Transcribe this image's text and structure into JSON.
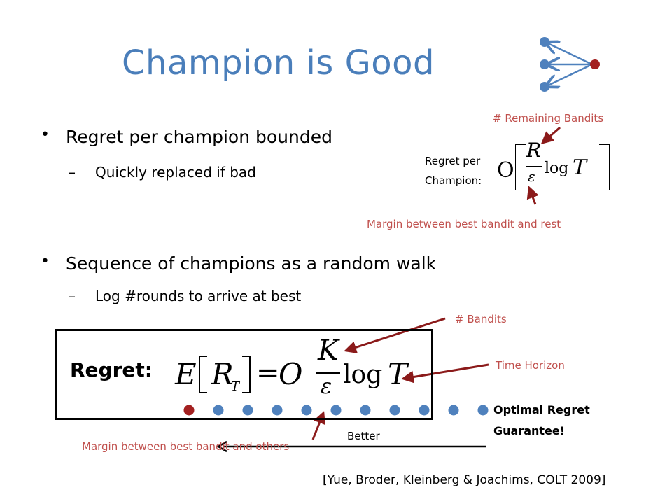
{
  "slide": {
    "title": "Champion is Good",
    "bullets": [
      {
        "text": "Regret per champion bounded",
        "sub": "Quickly replaced if bad"
      },
      {
        "text": "Sequence of champions as a random walk",
        "sub": "Log #rounds to arrive at best"
      }
    ],
    "bullet_glyph": "•",
    "sub_glyph": "–",
    "champion_formula": {
      "label_line1": "Regret per",
      "label_line2": "Champion:",
      "O": "O",
      "numerator": "R",
      "denominator": "ε",
      "log": "log",
      "T": "T",
      "annotation_top": "# Remaining Bandits",
      "annotation_bottom": "Margin between best bandit and rest"
    },
    "regret_box": {
      "label": "Regret:",
      "E": "E",
      "R": "R",
      "sub_T": "T",
      "equals": "=",
      "O": "O",
      "numerator": "K",
      "denominator": "ε",
      "log": "log",
      "T": "T"
    },
    "annotations": {
      "bandits": "# Bandits",
      "time_horizon": "Time Horizon",
      "optimal_line1": "Optimal Regret",
      "optimal_line2": "Guarantee!",
      "better": "Better",
      "margin_others": "Margin between best bandit and others"
    },
    "citation": "[Yue, Broder, Kleinberg & Joachims, COLT 2009]",
    "colors": {
      "title": "#4a7eba",
      "annotation": "#c0504d",
      "arrow": "#8b1a1a",
      "node_blue": "#4f81bd",
      "node_red": "#a32020"
    },
    "icons": {
      "top_graph": "bandit-graph-icon"
    }
  }
}
